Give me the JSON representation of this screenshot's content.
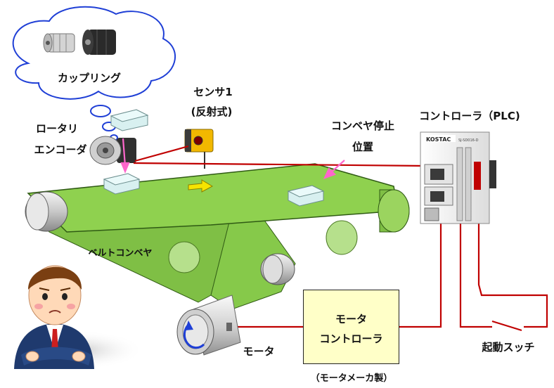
{
  "labels": {
    "coupling": "カップリング",
    "encoder_line1": "ロータリ",
    "encoder_line2": "エンコーダ",
    "sensor_line1": "センサ1",
    "sensor_line2": "(反射式)",
    "stop_line1": "コンベヤ停止",
    "stop_line2": "位置",
    "controller": "コントローラ（PLC)",
    "belt_conveyor": "ベルトコンベヤ",
    "motor": "モータ",
    "motor_controller_line1": "モータ",
    "motor_controller_line2": "コントローラ",
    "motor_maker": "（モータメーカ製）",
    "start_switch": "起動スッチ"
  },
  "plc": {
    "brand": "KOSTAC",
    "model": "SJ-SD016-D"
  },
  "colors": {
    "belt": "#8fd14f",
    "wire": "#c00000",
    "pointer": "#ff66cc",
    "sensor": "#f2b800",
    "motor_controller_bg": "#ffffc8"
  }
}
